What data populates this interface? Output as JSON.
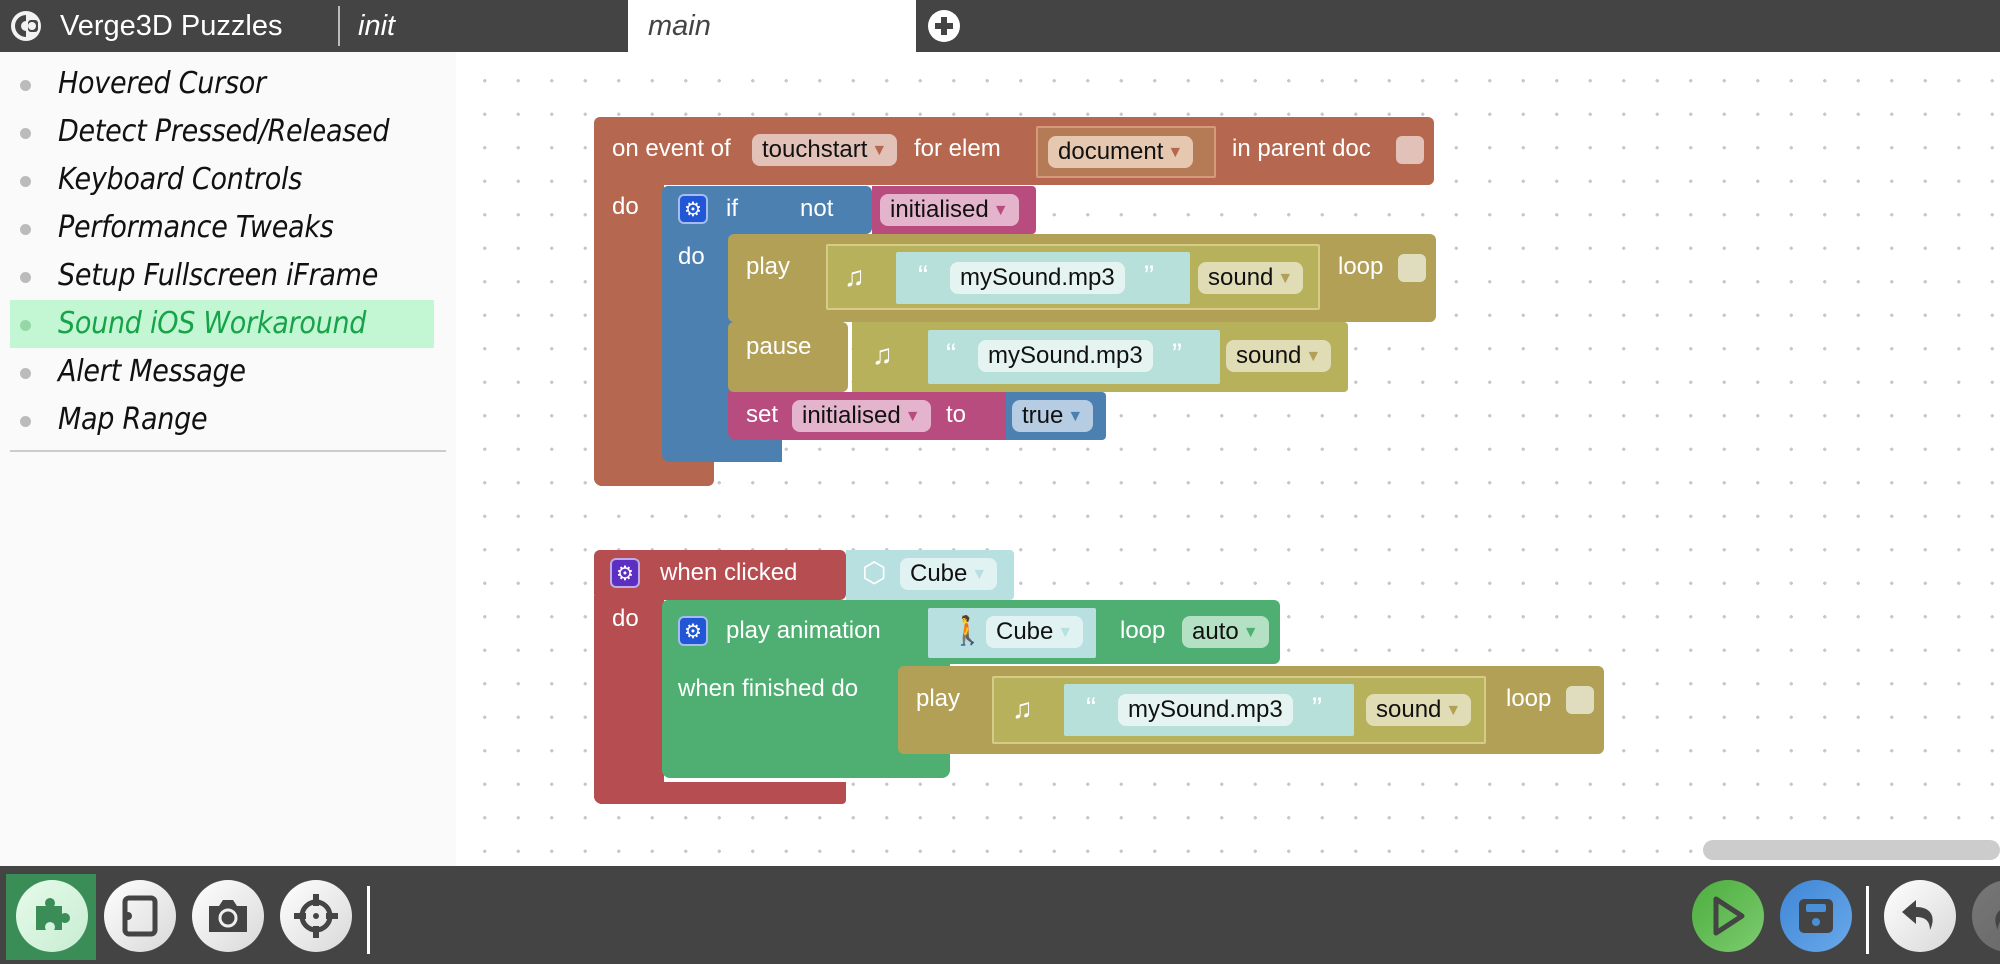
{
  "header": {
    "app_title": "Verge3D Puzzles",
    "tabs": [
      {
        "label": "init",
        "active": false
      },
      {
        "label": "main",
        "active": true
      }
    ],
    "add_tab_icon": "plus-circle-icon"
  },
  "sidebar": {
    "items": [
      {
        "label": "Hovered Cursor",
        "active": false
      },
      {
        "label": "Detect Pressed/Released",
        "active": false
      },
      {
        "label": "Keyboard Controls",
        "active": false
      },
      {
        "label": "Performance Tweaks",
        "active": false
      },
      {
        "label": "Setup Fullscreen iFrame",
        "active": false
      },
      {
        "label": "Sound iOS Workaround",
        "active": true
      },
      {
        "label": "Alert Message",
        "active": false
      },
      {
        "label": "Map Range",
        "active": false
      }
    ]
  },
  "workspace": {
    "event_block": {
      "on_event_of": "on event of",
      "event": "touchstart",
      "for_elem": "for elem",
      "element": "document",
      "in_parent_doc": "in parent doc",
      "in_parent_doc_checked": false,
      "do": "do",
      "if_block": {
        "if": "if",
        "not": "not",
        "variable": "initialised",
        "do": "do",
        "play_block": {
          "label": "play",
          "file": "mySound.mp3",
          "type": "sound",
          "loop_label": "loop",
          "loop_checked": false
        },
        "pause_block": {
          "label": "pause",
          "file": "mySound.mp3",
          "type": "sound"
        },
        "set_block": {
          "set": "set",
          "variable": "initialised",
          "to": "to",
          "value": "true"
        }
      }
    },
    "click_block": {
      "when_clicked": "when clicked",
      "object": "Cube",
      "do": "do",
      "anim_block": {
        "label": "play animation",
        "object": "Cube",
        "loop_label": "loop",
        "loop_value": "auto",
        "when_finished_do": "when finished do",
        "play_block": {
          "label": "play",
          "file": "mySound.mp3",
          "type": "sound",
          "loop_label": "loop",
          "loop_checked": false
        }
      }
    },
    "quote_open": "“",
    "quote_close": "”",
    "dropdown_arrow": "▼"
  },
  "toolbar": {
    "left": [
      {
        "name": "puzzles",
        "icon": "puzzle-piece-icon",
        "active": true
      },
      {
        "name": "library",
        "icon": "tablet-icon",
        "active": false
      },
      {
        "name": "screenshot",
        "icon": "camera-icon",
        "active": false
      },
      {
        "name": "target",
        "icon": "crosshair-icon",
        "active": false
      }
    ],
    "right": [
      {
        "name": "run",
        "icon": "play-icon",
        "color": "#5ab552"
      },
      {
        "name": "save",
        "icon": "floppy-disk-icon",
        "color": "#4a90d9"
      },
      {
        "name": "undo",
        "icon": "undo-arrow-icon"
      },
      {
        "name": "redo",
        "icon": "redo-arrow-icon"
      }
    ]
  },
  "colors": {
    "event_block": "#b5684f",
    "if_block": "#4b80b0",
    "variable_block": "#b84c7e",
    "sound_block": "#b3a057",
    "sound_inner": "#b6b15a",
    "string_block": "#b7e0da",
    "object_block": "#b9e0e0",
    "click_block": "#b54d51",
    "anim_block": "#4faf72",
    "active_sidebar_bg": "#c3f7d3",
    "active_sidebar_text": "#16a34a"
  }
}
